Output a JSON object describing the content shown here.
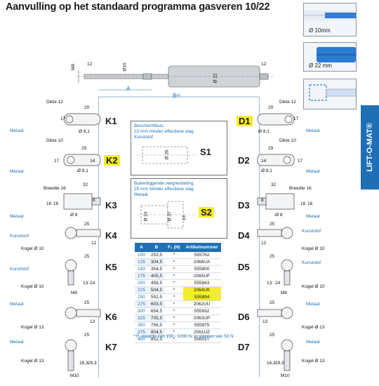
{
  "title": "Aanvulling op het standaard programma gasveren 10/22",
  "icons": [
    {
      "label": "Ø 10mm"
    },
    {
      "label": "Ø 22 mm"
    }
  ],
  "side_tab": "LIFT-O-MAT®",
  "main_dims": {
    "m8": "M8",
    "d10": "Ø10",
    "d22": "Ø 22",
    "twelve_l": "12",
    "twelve_r": "12",
    "a": "A",
    "b": "B¹²"
  },
  "codes_left": [
    "K1",
    "K2",
    "K3",
    "K4",
    "K5",
    "K6",
    "K7"
  ],
  "codes_right": [
    "D1",
    "D2",
    "D3",
    "D4",
    "D5",
    "D6",
    "D7"
  ],
  "left_labels": {
    "dikte12": "Dikte 12",
    "metaal1": "Metaal",
    "dikte10": "Dikte 10",
    "metaal2": "Metaal",
    "breedte16": "Breedte 16",
    "metaal3": "Metaal",
    "kunststof1": "Kunststof",
    "kogel10a": "Kogel Ø 10",
    "kunststof2": "Kunststof",
    "kogel10b": "Kogel Ø 10",
    "metaal4": "Metaal",
    "kogel13a": "Kogel Ø 13",
    "metaal5": "Metaal",
    "kogel13b": "Kogel Ø 13"
  },
  "right_labels": {
    "dikte12": "Dikte 12",
    "metaal1": "Metaal",
    "dikte10": "Dikte 10",
    "metaal2": "Metaal",
    "breedte16": "Breedte 16",
    "metaal3": "Metaal",
    "kunststof1": "Kunststof",
    "kogel10a": "Kogel Ø 10",
    "kunststof2": "Kunststof",
    "kogel10b": "Kogel Ø 10",
    "metaal4": "Metaal",
    "kogel13a": "Kogel Ø 13",
    "metaal5": "Metaal",
    "kogel13b": "Kogel Ø 13"
  },
  "left_dims": {
    "k1": {
      "w": "20",
      "h": "17",
      "d": "Ø 8,1"
    },
    "k2": {
      "w": "29",
      "h1": "14",
      "h2": "17",
      "d": "Ø 8,1"
    },
    "k3": {
      "w": "32",
      "a": "16",
      "b": "16",
      "c": "8",
      "d": "Ø 8"
    },
    "k4": {
      "w": "25",
      "h": "12"
    },
    "k5": {
      "w": "25",
      "a": "13",
      "b": "24",
      "m": "M8"
    },
    "k6": {
      "w": "25",
      "h": "13"
    },
    "k7": {
      "w": "25",
      "a": "16,3",
      "b": "29,3",
      "m": "M10"
    }
  },
  "right_dims": {
    "d1": {
      "w": "20",
      "h": "17",
      "d": "Ø 8,1"
    },
    "d2": {
      "w": "29",
      "h1": "14",
      "h2": "17",
      "d": "Ø 8,1"
    },
    "d3": {
      "w": "32",
      "a": "16",
      "b": "16",
      "c": "8",
      "d": "Ø 8"
    },
    "d4": {
      "w": "25",
      "h": "12"
    },
    "d5": {
      "w": "25",
      "a": "13",
      "b": "24",
      "m": "M8"
    },
    "d6": {
      "w": "25",
      "h": "13"
    },
    "d7": {
      "w": "25",
      "a": "16,3",
      "b": "29,3",
      "m": "M10"
    }
  },
  "s1": {
    "text": [
      "Beschermbuis,",
      "10 mm minder effectieve slag",
      "Kunststof"
    ],
    "code": "S1",
    "dim": "Ø 26"
  },
  "s2": {
    "text": [
      "Buitenliggende vergrendeling,",
      "25 mm minder effectieve slag",
      "Metaal"
    ],
    "code": "S2",
    "dims": [
      "Ø 24",
      "Ø 37",
      "14"
    ]
  },
  "table": {
    "headers": [
      "A",
      "B",
      "F₁ (N)",
      "Artikelnummer"
    ],
    "rows": [
      {
        "a": "100",
        "b": "253,5",
        "f": "*",
        "art": "555762",
        "hl": false
      },
      {
        "a": "125",
        "b": "304,5",
        "f": "*",
        "art": "2066UA",
        "hl": false
      },
      {
        "a": "150",
        "b": "354,5",
        "f": "*",
        "art": "555800",
        "hl": false
      },
      {
        "a": "175",
        "b": "405,5",
        "f": "*",
        "art": "2065UF",
        "hl": false
      },
      {
        "a": "200",
        "b": "456,5",
        "f": "*",
        "art": "555843",
        "hl": false
      },
      {
        "a": "225",
        "b": "504,5",
        "f": "*",
        "art": "2064UK",
        "hl": true
      },
      {
        "a": "250",
        "b": "552,5",
        "f": "*",
        "art": "555894",
        "hl": true
      },
      {
        "a": "275",
        "b": "603,5",
        "f": "*",
        "art": "2062UU",
        "hl": false
      },
      {
        "a": "300",
        "b": "654,5",
        "f": "*",
        "art": "555932",
        "hl": false
      },
      {
        "a": "325",
        "b": "705,5",
        "f": "*",
        "art": "2063UP",
        "hl": false
      },
      {
        "a": "350",
        "b": "756,5",
        "f": "*",
        "art": "555975",
        "hl": false
      },
      {
        "a": "375",
        "b": "804,5",
        "f": "*",
        "art": "2061UZ",
        "hl": false
      },
      {
        "a": "400",
        "b": "852,5",
        "f": "*",
        "art": "556017",
        "hl": false
      }
    ],
    "footnote": "* F₁-waarde van 150 - 1000 N, in stappen van 50 N"
  },
  "colors": {
    "accent": "#1f6fb5",
    "highlight": "#f4ec2c",
    "gas_spring": "#cfd3d8"
  }
}
